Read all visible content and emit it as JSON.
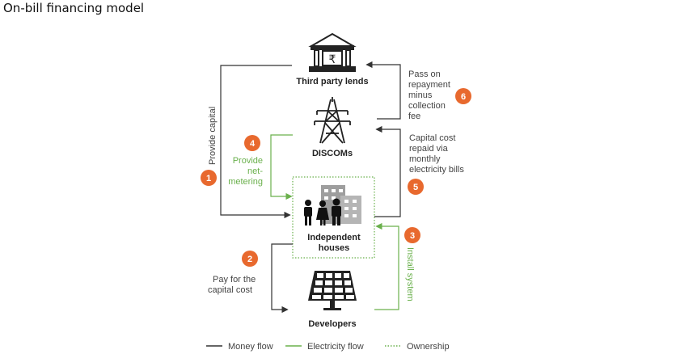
{
  "title": "On-bill financing model",
  "colors": {
    "money": "#333333",
    "electricity": "#6ab04c",
    "badge": "#e8692e",
    "icon": "#222222"
  },
  "nodes": {
    "lender": {
      "label": "Third party lends",
      "icon": "bank-rupee-icon"
    },
    "discoms": {
      "label": "DISCOMs",
      "icon": "power-tower-icon"
    },
    "houses": {
      "label_line1": "Independent",
      "label_line2": "houses",
      "icon": "family-buildings-icon"
    },
    "developers": {
      "label": "Developers",
      "icon": "solar-panel-icon"
    }
  },
  "steps": [
    {
      "number": "1",
      "lines": [
        "Provide capital"
      ],
      "flow": "money"
    },
    {
      "number": "2",
      "lines": [
        "Pay for the",
        "capital cost"
      ],
      "flow": "money"
    },
    {
      "number": "3",
      "lines": [
        "Install system"
      ],
      "flow": "electricity"
    },
    {
      "number": "4",
      "lines": [
        "Provide",
        "net-",
        "metering"
      ],
      "flow": "electricity"
    },
    {
      "number": "5",
      "lines": [
        "Capital cost",
        "repaid via",
        "monthly",
        "electricity bills"
      ],
      "flow": "money"
    },
    {
      "number": "6",
      "lines": [
        "Pass on",
        "repayment",
        "minus",
        "collection",
        "fee"
      ],
      "flow": "money"
    }
  ],
  "legend": {
    "money": "Money flow",
    "electricity": "Electricity flow",
    "ownership": "Ownership"
  }
}
